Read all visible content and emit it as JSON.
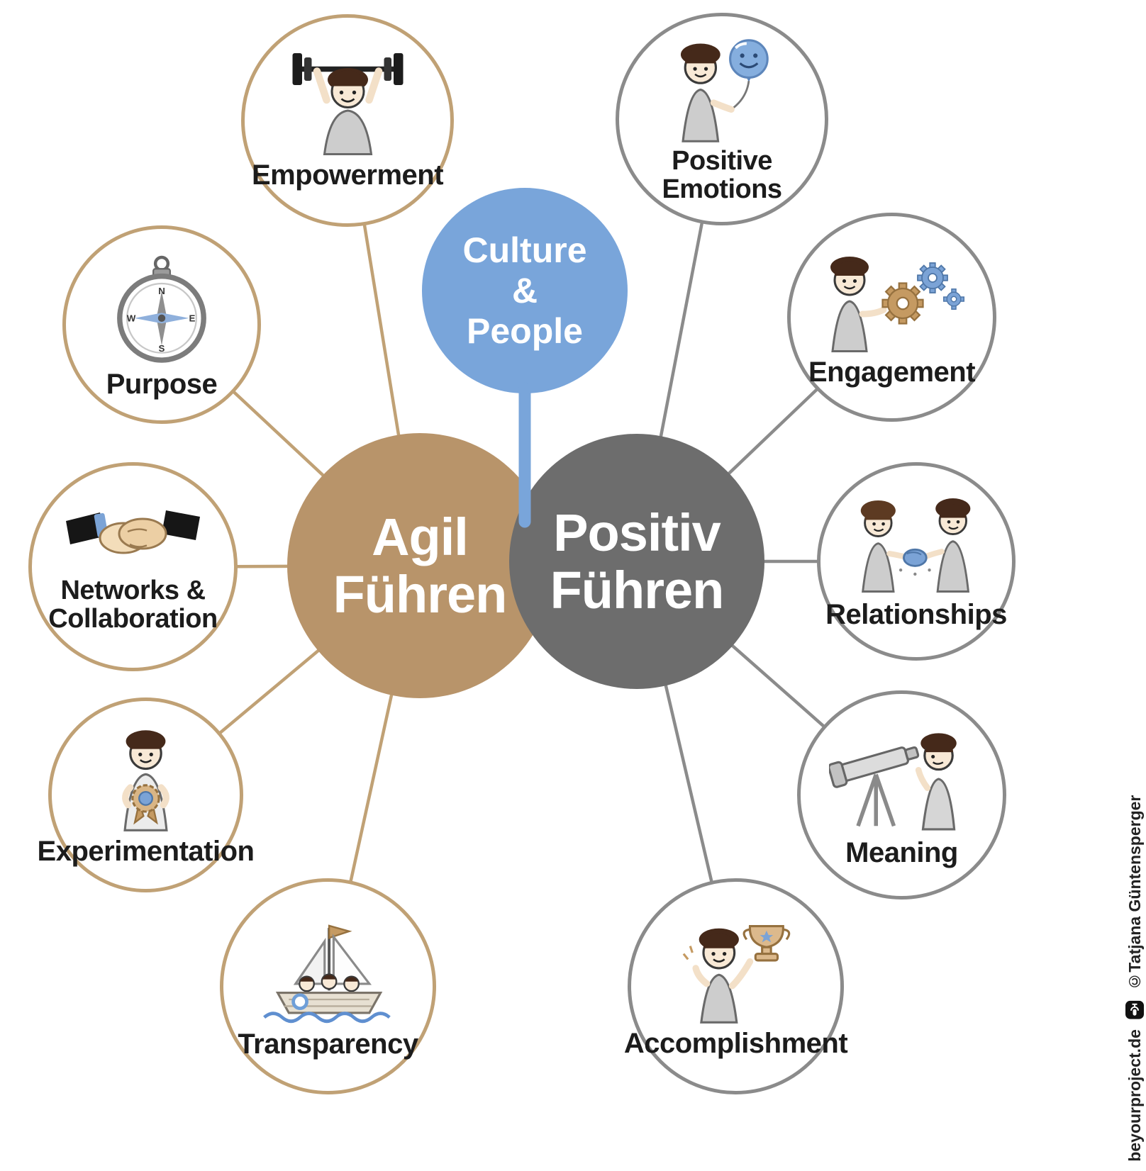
{
  "diagram": {
    "hubs": {
      "agil": {
        "label": "Agil\nFühren",
        "color": "#b8946a"
      },
      "positiv": {
        "label": "Positiv\nFühren",
        "color": "#6d6d6d"
      },
      "culture": {
        "label": "Culture\n&\nPeople",
        "color": "#79a5da"
      }
    },
    "agil_nodes": [
      {
        "label": "Empowerment",
        "icon": "weightlifter-icon"
      },
      {
        "label": "Purpose",
        "icon": "compass-icon"
      },
      {
        "label": "Networks &\nCollaboration",
        "icon": "handshake-icon"
      },
      {
        "label": "Experimentation",
        "icon": "award-ribbon-icon"
      },
      {
        "label": "Transparency",
        "icon": "sailboat-icon"
      }
    ],
    "positiv_nodes": [
      {
        "label": "Positive\nEmotions",
        "icon": "balloon-smiley-icon"
      },
      {
        "label": "Engagement",
        "icon": "gears-icon"
      },
      {
        "label": "Relationships",
        "icon": "people-handshake-icon"
      },
      {
        "label": "Meaning",
        "icon": "telescope-icon"
      },
      {
        "label": "Accomplishment",
        "icon": "trophy-icon"
      }
    ],
    "colors": {
      "tan_line": "#c0a175",
      "gray_line": "#8b8b8b",
      "blue_stem": "#79a5da"
    }
  },
  "watermark": {
    "site": "beyourproject.de",
    "credit": "©Tatjana Güntensperger"
  }
}
